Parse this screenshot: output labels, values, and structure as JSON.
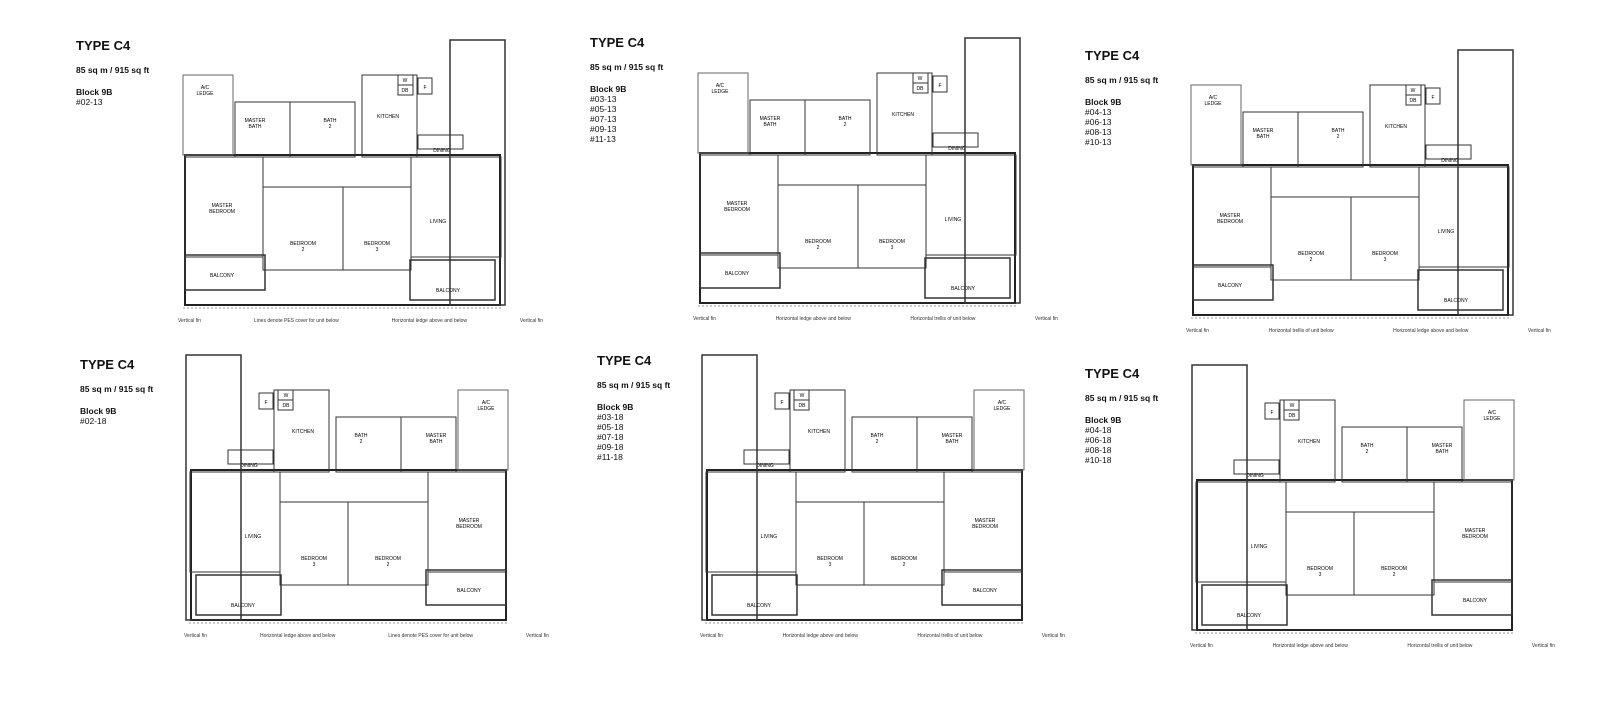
{
  "panels": [
    {
      "type": "TYPE C4",
      "area": "85 sq m / 915 sq ft",
      "block": "Block 9B",
      "units": [
        "#02-13"
      ],
      "notes": [
        "Vertical fin",
        "Lines denote PES cover for unit below",
        "Horizontal ledge above and below",
        "Vertical fin"
      ]
    },
    {
      "type": "TYPE C4",
      "area": "85 sq m / 915 sq ft",
      "block": "Block 9B",
      "units": [
        "#03-13",
        "#05-13",
        "#07-13",
        "#09-13",
        "#11-13"
      ],
      "notes": [
        "Vertical fin",
        "Horizontal ledge above and below",
        "Horizontal trellis of unit below",
        "Vertical fin"
      ]
    },
    {
      "type": "TYPE C4",
      "area": "85 sq m / 915 sq ft",
      "block": "Block 9B",
      "units": [
        "#04-13",
        "#06-13",
        "#08-13",
        "#10-13"
      ],
      "notes": [
        "Vertical fin",
        "Horizontal trellis of unit below",
        "Horizontal ledge above and below",
        "Vertical fin"
      ]
    },
    {
      "type": "TYPE C4",
      "area": "85 sq m / 915 sq ft",
      "block": "Block 9B",
      "units": [
        "#02-18"
      ],
      "notes": [
        "Vertical fin",
        "Horizontal ledge above and below",
        "Lines denote PES cover for unit below",
        "Vertical fin"
      ]
    },
    {
      "type": "TYPE C4",
      "area": "85 sq m / 915 sq ft",
      "block": "Block 9B",
      "units": [
        "#03-18",
        "#05-18",
        "#07-18",
        "#09-18",
        "#11-18"
      ],
      "notes": [
        "Vertical fin",
        "Horizontal ledge above and below",
        "Horizontal trellis of unit below",
        "Vertical fin"
      ]
    },
    {
      "type": "TYPE C4",
      "area": "85 sq m / 915 sq ft",
      "block": "Block 9B",
      "units": [
        "#04-18",
        "#06-18",
        "#08-18",
        "#10-18"
      ],
      "notes": [
        "Vertical fin",
        "Horizontal ledge above and below",
        "Horizontal trellis of unit below",
        "Vertical fin"
      ]
    }
  ],
  "rooms": {
    "ac_ledge": "A/C LEDGE",
    "master_bath": "MASTER BATH",
    "bath2": "BATH 2",
    "kitchen": "KITCHEN",
    "dining": "DINING",
    "master_bedroom": "MASTER BEDROOM",
    "bedroom2": "BEDROOM 2",
    "bedroom3": "BEDROOM 3",
    "living": "LIVING",
    "balcony": "BALCONY",
    "w": "W",
    "db": "DB",
    "f": "F"
  }
}
